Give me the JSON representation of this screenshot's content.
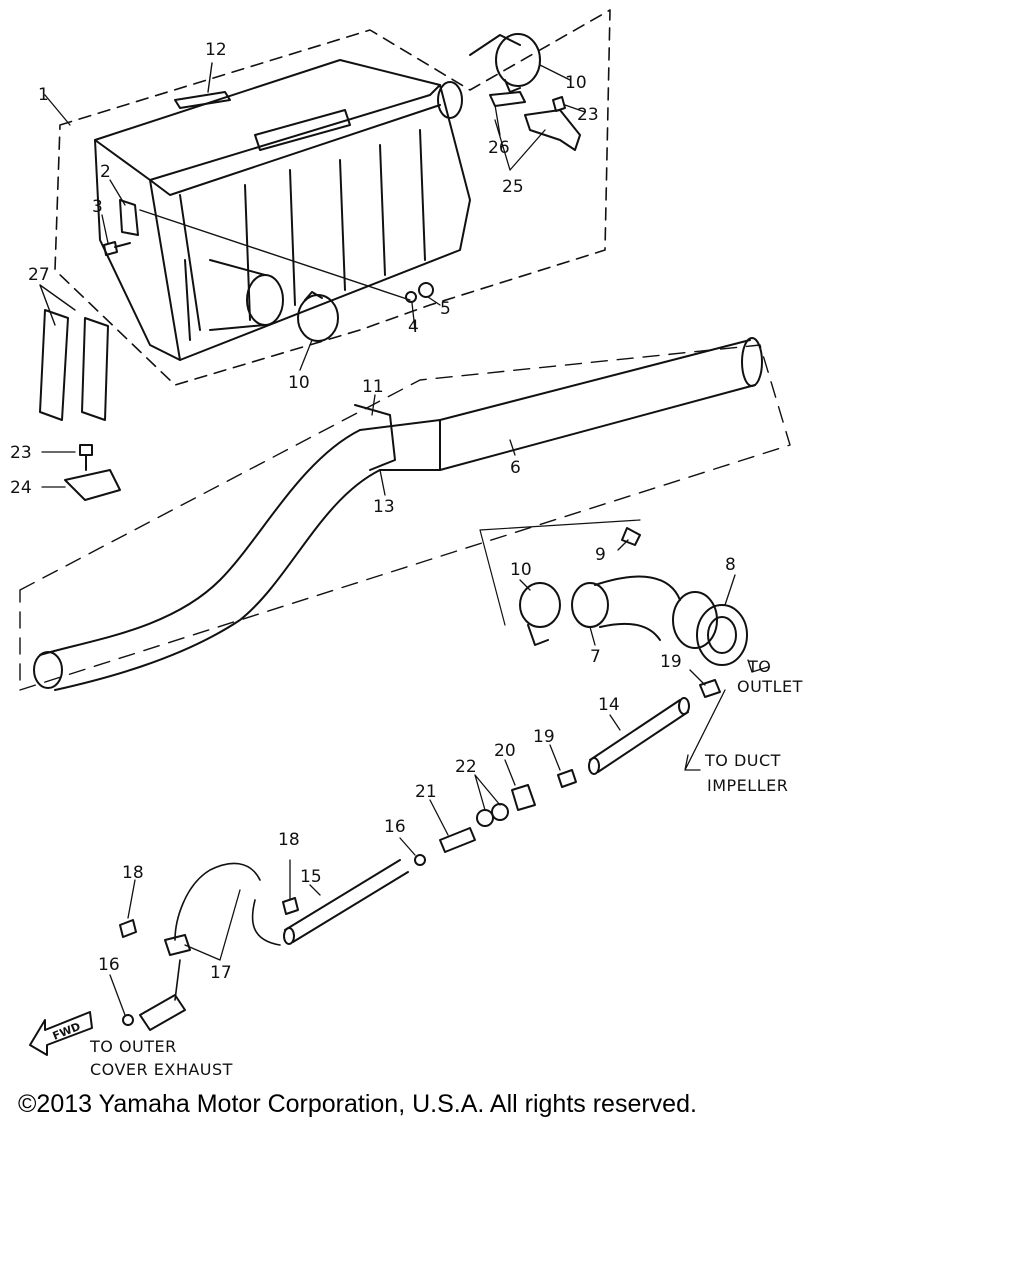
{
  "callouts": {
    "c1": "1",
    "c2": "2",
    "c3": "3",
    "c4": "4",
    "c5": "5",
    "c6": "6",
    "c7": "7",
    "c8": "8",
    "c9": "9",
    "c10a": "10",
    "c10b": "10",
    "c10c": "10",
    "c11": "11",
    "c12": "12",
    "c13": "13",
    "c14": "14",
    "c15": "15",
    "c16a": "16",
    "c16b": "16",
    "c17": "17",
    "c18a": "18",
    "c18b": "18",
    "c19a": "19",
    "c19b": "19",
    "c20": "20",
    "c21": "21",
    "c22": "22",
    "c23a": "23",
    "c23b": "23",
    "c24": "24",
    "c25": "25",
    "c26": "26",
    "c27": "27"
  },
  "notes": {
    "outlet_line1": "TO",
    "outlet_line2": "OUTLET",
    "duct_line1": "TO DUCT",
    "duct_line2": "IMPELLER",
    "outer_line1": "TO  OUTER",
    "outer_line2": "COVER  EXHAUST",
    "fwd_arrow": "FWD"
  },
  "copyright": "©2013 Yamaha Motor Corporation, U.S.A. All rights reserved."
}
